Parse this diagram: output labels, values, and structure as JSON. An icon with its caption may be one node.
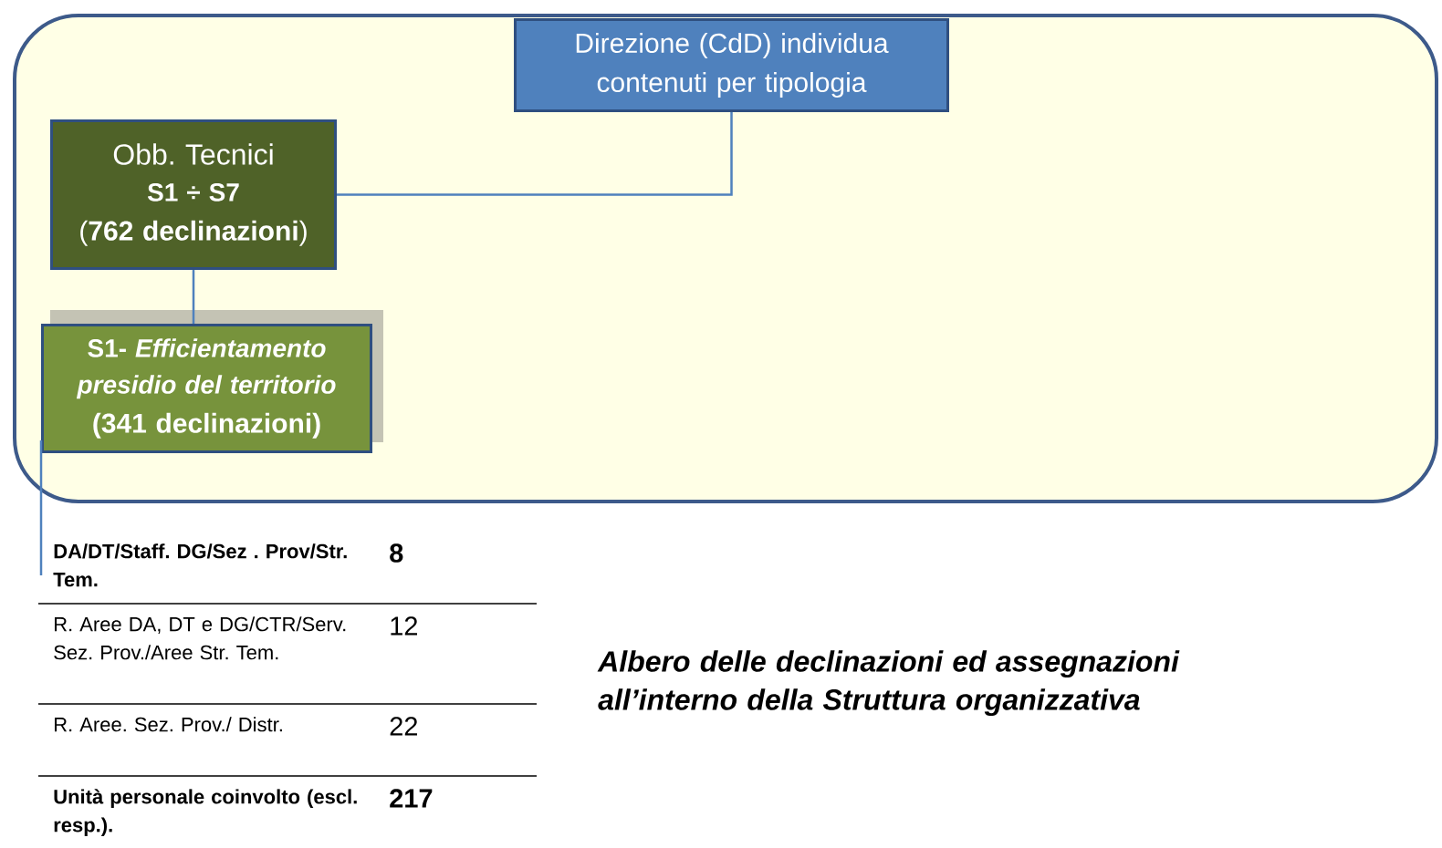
{
  "diagram": {
    "caption": "Albero delle declinazioni ed assegnazioni all’interno della Struttura organizzativa",
    "nodes": [
      {
        "text": [],
        "shape": "box"
      },
      {
        "text": [
          "Direzione (CdD) individua contenuti per tipologia"
        ],
        "in": 0
      },
      {
        "text": [
          "Obb. Tecnici",
          "S1 ÷ S7",
          "(**762 declinazioni**)"
        ],
        "in": 0
      },
      {
        "text": [
          "S1- *Efficientamento presidio del territorio*",
          "(**341 declinazioni**)"
        ],
        "in": 0
      }
    ],
    "edges": [
      {
        "from": 1,
        "to": 2,
        "arrow": "none"
      },
      {
        "from": 2,
        "to": 3,
        "arrow": "none"
      },
      {
        "from": 3,
        "to": null,
        "arrow": "none"
      }
    ],
    "labels": [
      "DA/DT/Staff. DG/Sez . Prov/Str. Tem.",
      "8",
      "R. Aree DA, DT e DG/CTR/Serv. Sez. Prov./Aree Str. Tem.",
      "12",
      "R. Aree. Sez. Prov./ Distr.",
      "22",
      "Unità personale coinvolto (escl. resp.).",
      "217"
    ]
  }
}
